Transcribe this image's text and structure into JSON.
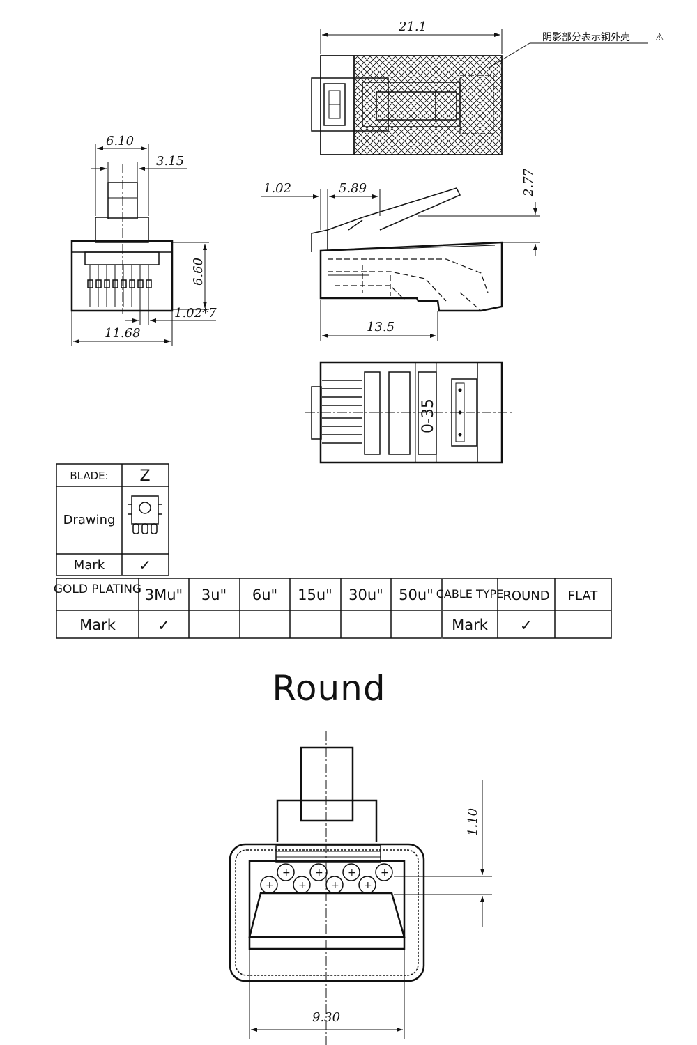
{
  "note": {
    "text": "阴影部分表示铜外壳",
    "symbol": "⚠"
  },
  "dims": {
    "top_length": "21.1",
    "front_width_top": "6.10",
    "front_latch": "3.15",
    "front_height": "6.60",
    "front_pitch": "1.02*7",
    "front_width": "11.68",
    "side_offset": "1.02",
    "side_latch": "5.89",
    "side_height": "2.77",
    "side_length": "13.5",
    "bottom_label": "0-35",
    "round_height": "1.10",
    "round_width": "9.30"
  },
  "blade_table": {
    "rows": [
      {
        "label": "BLADE:",
        "value": "Z"
      },
      {
        "label": "Drawing",
        "value": ""
      },
      {
        "label": "Mark",
        "value": "✓"
      }
    ]
  },
  "plating_table": {
    "header_label": "GOLD PLATING",
    "options": [
      "3Mu\"",
      "3u\"",
      "6u\"",
      "15u\"",
      "30u\"",
      "50u\""
    ],
    "mark_label": "Mark",
    "marks": [
      "✓",
      "",
      "",
      "",
      "",
      ""
    ]
  },
  "cable_table": {
    "header_label": "CABLE TYPE",
    "options": [
      "ROUND",
      "FLAT"
    ],
    "mark_label": "Mark",
    "marks": [
      "✓",
      ""
    ]
  },
  "section_title": "Round"
}
